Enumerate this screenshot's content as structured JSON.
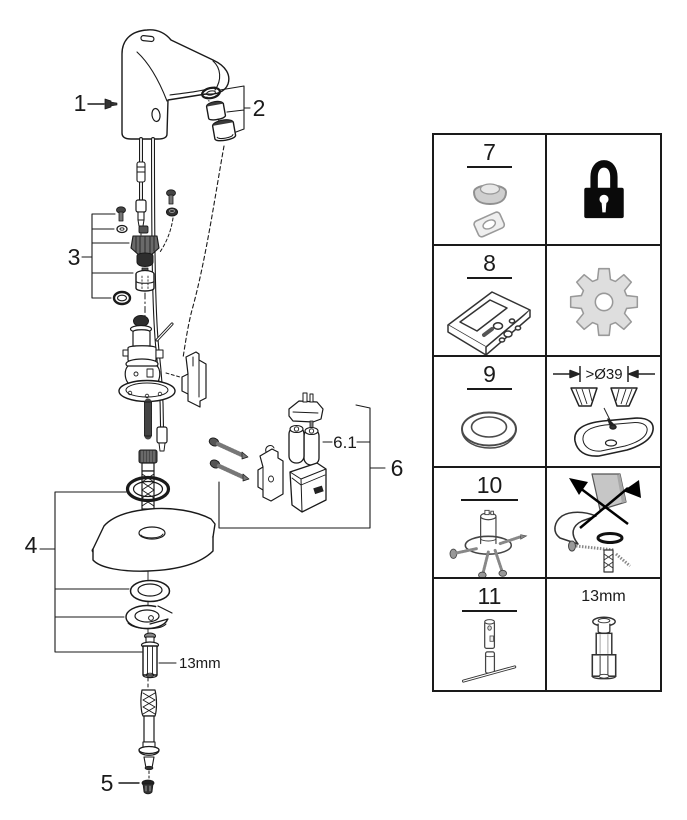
{
  "colors": {
    "line": "#1a1a1a",
    "dark_fill": "#3a3a3a",
    "gray_fill": "#d9d9d9",
    "gray_stroke": "#8f8f8f",
    "lock_black": "#0a0a0a",
    "pipe_gray": "#c6c6c6",
    "background": "#ffffff"
  },
  "exploded_view": {
    "part_labels": {
      "p1": "1",
      "p2": "2",
      "p3": "3",
      "p4": "4",
      "p5": "5",
      "p6": "6",
      "p6_1": "6.1"
    },
    "bolt_size_label": "13mm"
  },
  "reference_table": {
    "rows": [
      {
        "number": "7",
        "left_item": "aerator-cap-and-service-key",
        "right_item": "padlock"
      },
      {
        "number": "8",
        "left_item": "remote-control",
        "right_item": "gear"
      },
      {
        "number": "9",
        "left_item": "washer-ring",
        "right_item": "sink-hole-min-diameter",
        "right_label": ">Ø39"
      },
      {
        "number": "10",
        "left_item": "mounting-kit",
        "right_item": "do-not-rotate-mounting"
      },
      {
        "number": "11",
        "left_item": "socket-wrench",
        "right_item": "mounting-bolt",
        "right_label": "13mm"
      }
    ]
  }
}
